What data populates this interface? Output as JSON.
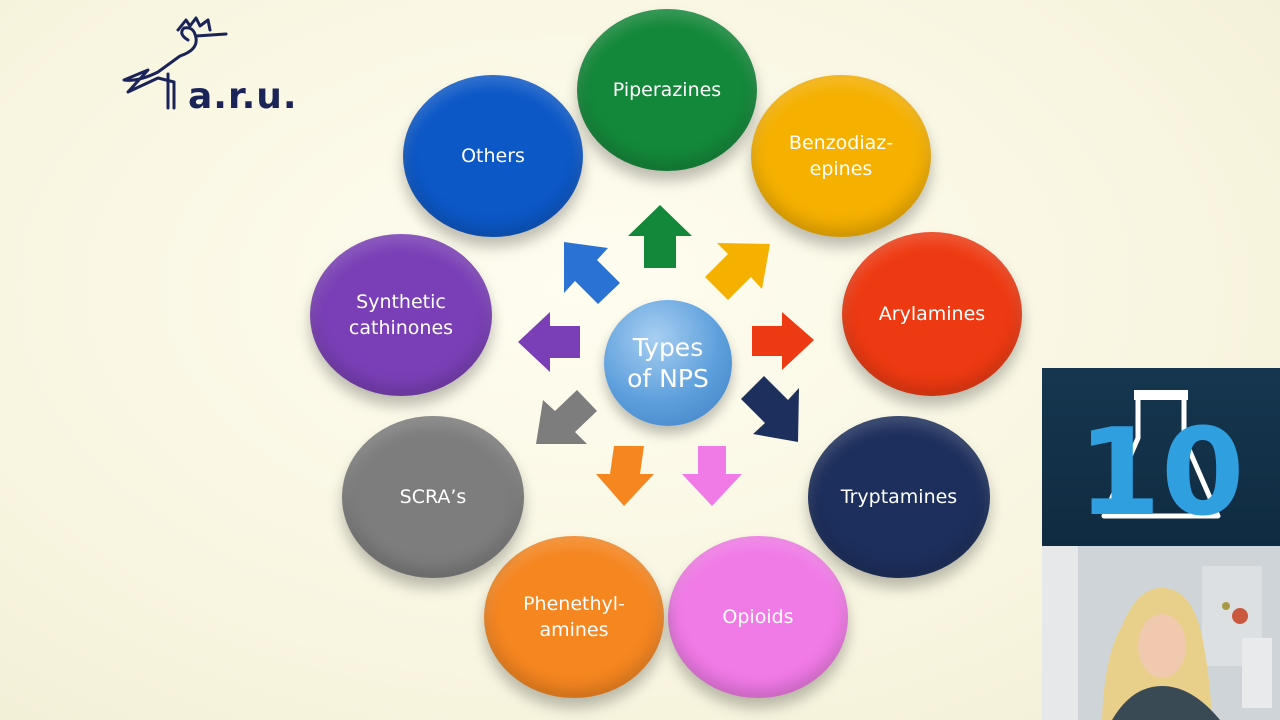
{
  "diagram": {
    "center_label": "Types\nof NPS",
    "categories": [
      {
        "label": "Piperazines",
        "color": "#14883a"
      },
      {
        "label": "Benzodiaz-\nepines",
        "color": "#f5b000"
      },
      {
        "label": "Arylamines",
        "color": "#ee3a12"
      },
      {
        "label": "Tryptamines",
        "color": "#1d2f5c"
      },
      {
        "label": "Opioids",
        "color": "#f07ae6"
      },
      {
        "label": "Phenethyl-\namines",
        "color": "#f58620"
      },
      {
        "label": "SCRA’s",
        "color": "#7d7d7d"
      },
      {
        "label": "Synthetic\ncathinones",
        "color": "#7a3fb6"
      },
      {
        "label": "Others",
        "color": "#0c58c7"
      }
    ]
  },
  "logo": {
    "text": "a.r.u.",
    "color": "#1b2458"
  },
  "overlay_logo": {
    "text": "10"
  }
}
